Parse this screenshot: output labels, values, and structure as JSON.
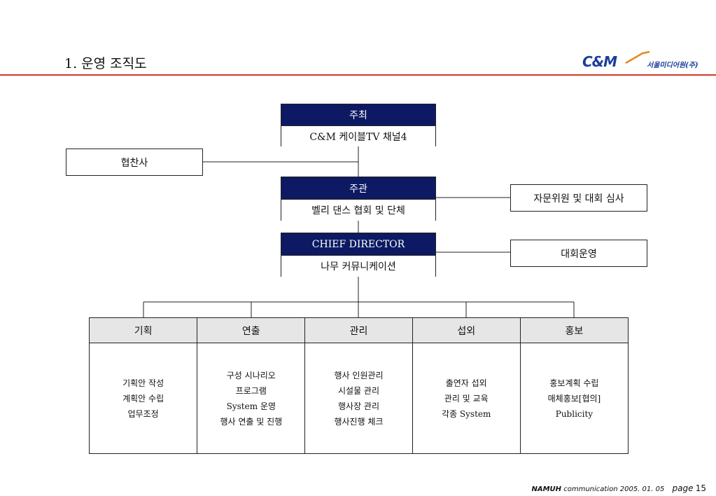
{
  "header": {
    "title": "1. 운영 조직도",
    "logo_main": "C&M",
    "logo_sub": "서울미디어원(주)"
  },
  "org": {
    "host": {
      "head": "주최",
      "sub": "C&M 케이블TV 채널4"
    },
    "sponsor": "협찬사",
    "organizer": {
      "head": "주관",
      "sub": "벨리 댄스 협회 및 단체"
    },
    "advisory": "자문위원 및 대회 심사",
    "director": {
      "head": "CHIEF DIRECTOR",
      "sub": "나무 커뮤니케이션"
    },
    "operation": "대회운영"
  },
  "departments": [
    {
      "name": "기획",
      "tasks": [
        "기획안 작성",
        "계획안 수립",
        "업무조정"
      ]
    },
    {
      "name": "연출",
      "tasks": [
        "구성 시나리오",
        "프로그램",
        "System 운영",
        "행사 연출 및 진행"
      ]
    },
    {
      "name": "관리",
      "tasks": [
        "행사 인원관리",
        "시설물 관리",
        "행사장 관리",
        "행사진행 체크"
      ]
    },
    {
      "name": "섭외",
      "tasks": [
        "출연자 섭외",
        "관리 및 교육",
        "각종 System"
      ]
    },
    {
      "name": "홍보",
      "tasks": [
        "홍보계획 수립",
        "매체홍보[협의]",
        "Publicity"
      ]
    }
  ],
  "footer": {
    "company": "NAMUH",
    "text": "communication 2005. 01. 05",
    "page_label": "page",
    "page_number": "15"
  },
  "colors": {
    "header_box": "#0d1a63",
    "accent_line": "#d03a2b",
    "column_header": "#e6e6e6",
    "logo": "#1a3f9a"
  }
}
